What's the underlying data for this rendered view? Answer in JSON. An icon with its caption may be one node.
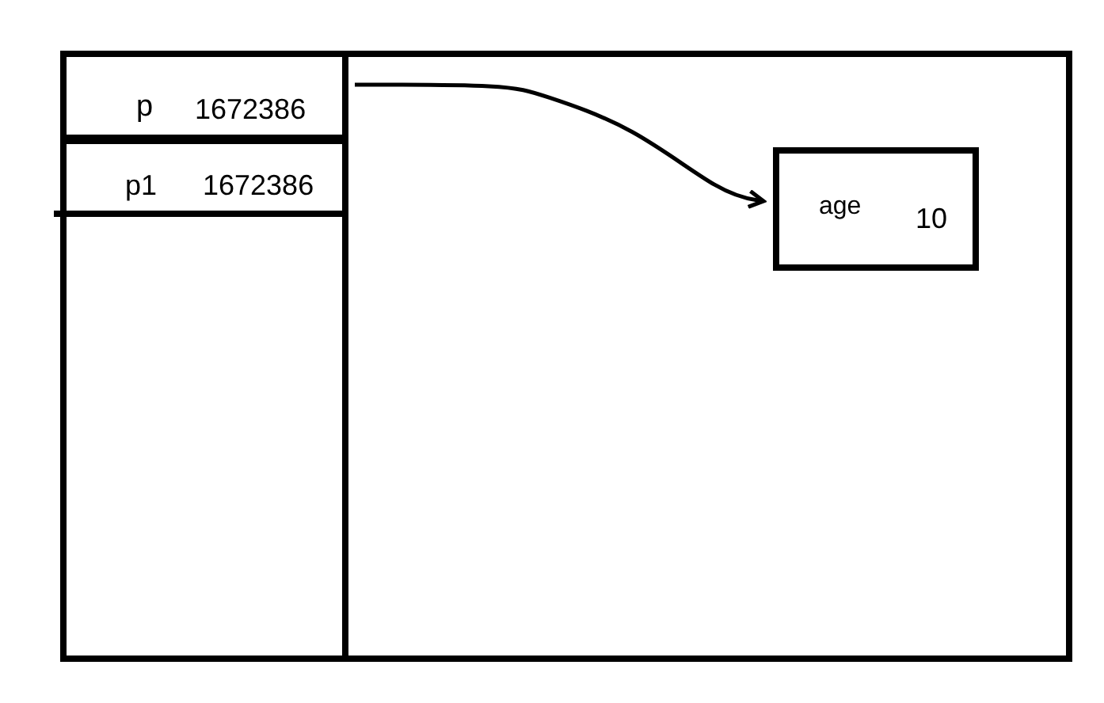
{
  "diagram": {
    "nodes": [
      {
        "text": [],
        "shape": "box"
      },
      {
        "text": [],
        "shape": "box",
        "in": 0
      },
      {
        "text": [
          "p",
          "1672386"
        ],
        "in": 1
      },
      {
        "text": [
          "p1",
          "1672386"
        ],
        "in": 1
      },
      {
        "text": [
          "age",
          "10"
        ],
        "in": 0
      }
    ],
    "edges": [
      {
        "from": 2,
        "to": 4,
        "arrow": "to"
      }
    ]
  }
}
